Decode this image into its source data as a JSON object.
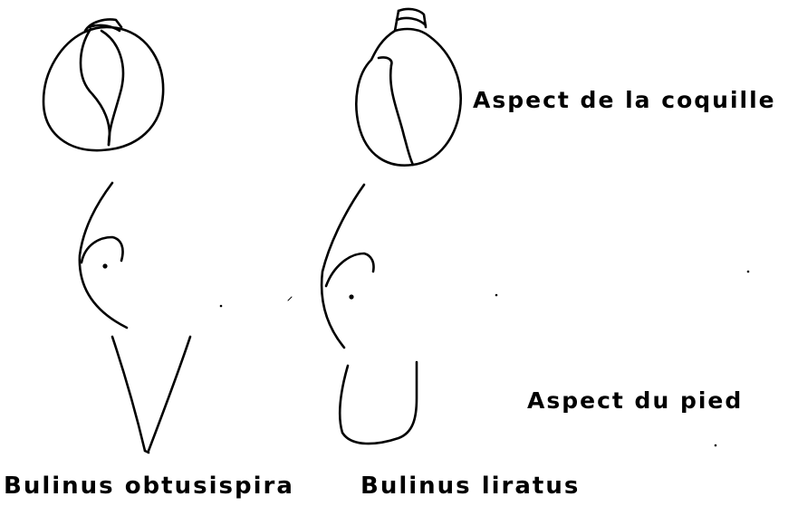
{
  "labels": {
    "shell_row": "Aspect de la coquille",
    "foot_row": "Aspect du pied"
  },
  "species": [
    {
      "name": "Bulinus obtusispira"
    },
    {
      "name": "Bulinus liratus"
    }
  ],
  "colors": {
    "ink": "#000000",
    "paper": "#ffffff"
  }
}
